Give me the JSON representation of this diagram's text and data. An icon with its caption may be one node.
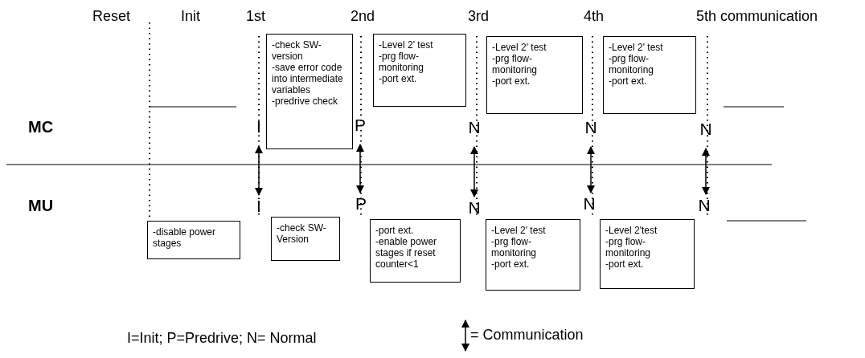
{
  "diagram": {
    "nodes": [
      {
        "text": [
          "-check SW- version",
          "-save error code into intermediate variables",
          "-predrive check"
        ]
      },
      {
        "text": [
          "-Level 2' test",
          "-prg flow- monitoring",
          "-port ext."
        ]
      },
      {
        "text": [
          "-Level 2' test",
          "-prg flow- monitoring",
          "-port ext."
        ]
      },
      {
        "text": [
          "-Level 2' test",
          "-prg flow- monitoring",
          "-port ext."
        ]
      },
      {
        "text": [
          "I"
        ]
      },
      {
        "text": [
          "P"
        ]
      },
      {
        "text": [
          "N"
        ]
      },
      {
        "text": [
          "N"
        ]
      },
      {
        "text": [
          "N"
        ]
      },
      {
        "text": [
          "I"
        ]
      },
      {
        "text": [
          "P"
        ]
      },
      {
        "text": [
          "N"
        ]
      },
      {
        "text": [
          "N"
        ]
      },
      {
        "text": [
          "N"
        ]
      },
      {
        "text": [
          "-disable power stages"
        ]
      },
      {
        "text": [
          "-check SW- Version"
        ]
      },
      {
        "text": [
          "-port ext.",
          "-enable power stages if reset counter<1"
        ]
      },
      {
        "text": [
          "-Level 2' test",
          "-prg flow- monitoring",
          "-port ext."
        ]
      },
      {
        "text": [
          "-Level 2'test",
          "-prg flow- monitoring",
          "-port ext."
        ]
      }
    ],
    "edges": [
      {
        "from": 4,
        "to": 9,
        "arrow": "both"
      },
      {
        "from": 5,
        "to": 10,
        "arrow": "both"
      },
      {
        "from": 6,
        "to": 11,
        "arrow": "both"
      },
      {
        "from": 7,
        "to": 12,
        "arrow": "both"
      },
      {
        "from": 8,
        "to": 13,
        "arrow": "both"
      }
    ],
    "labels": [
      "Reset",
      "Init",
      "1st",
      "2nd",
      "3rd",
      "4th",
      "5th communication",
      "MC",
      "MU",
      "I=Init; P=Predrive; N= Normal"
    ],
    "legend": [
      {
        "text": "= Communication"
      }
    ]
  }
}
